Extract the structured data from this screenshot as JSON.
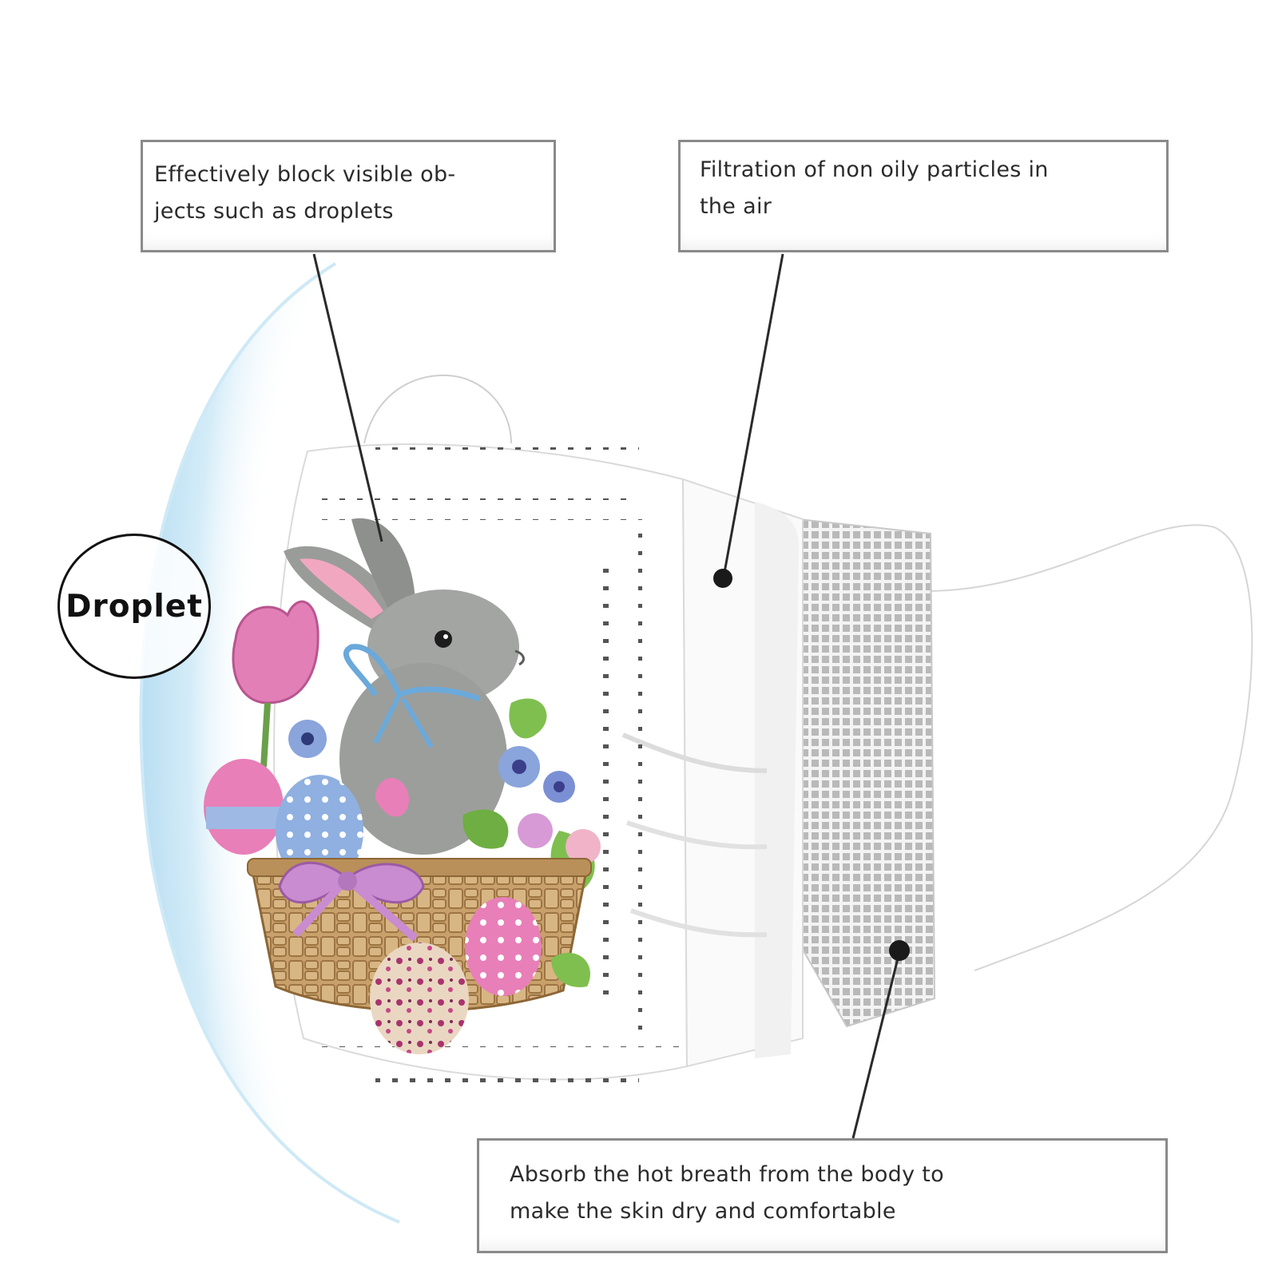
{
  "callouts": {
    "droplets": {
      "line1": "Effectively block visible ob-",
      "line2": "jects such as droplets"
    },
    "filtration": {
      "line1": "Filtration of non oily particles in",
      "line2": "the air"
    },
    "absorb": {
      "line1": "Absorb the hot breath from the body to",
      "line2": "make the skin dry and comfortable"
    }
  },
  "badge": {
    "label": "Droplet"
  },
  "colors": {
    "splash_blue": "#cfe9f6",
    "leader_line": "#2a2a2a",
    "callout_border": "#8a8a8a",
    "mask_white": "#ffffff",
    "bunny_gray": "#9a9c9a",
    "egg_pink": "#e87fb8",
    "egg_blue": "#8fb0e0",
    "basket_tan": "#c8a06a"
  }
}
